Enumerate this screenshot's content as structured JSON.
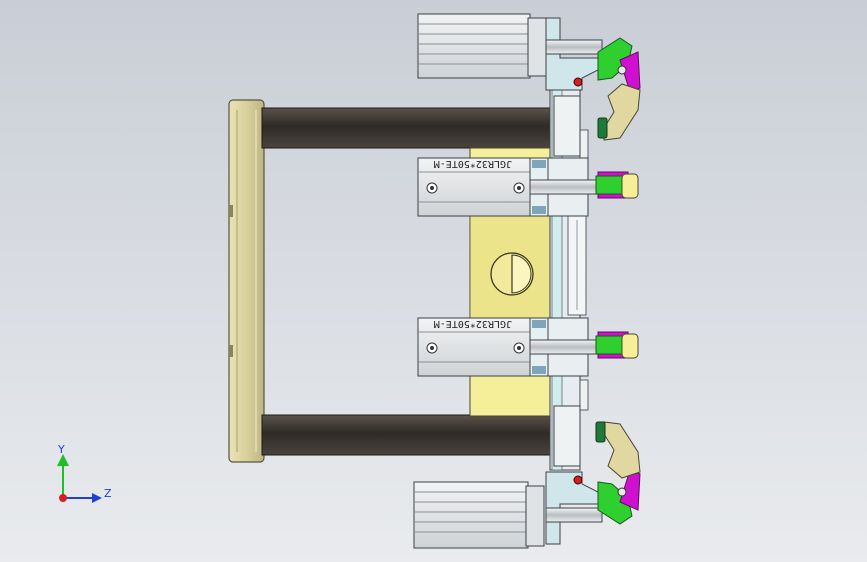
{
  "viewport": {
    "background_top": "#c9ced6",
    "background_bottom": "#e9ebee"
  },
  "cylinder_top": {
    "label": "JGLR32*50TE-M"
  },
  "cylinder_bottom": {
    "label": "JGLR32*50TE-M"
  },
  "triad": {
    "y_label": "Y",
    "z_label": "Z",
    "y_color": "#1fbf2a",
    "z_color": "#1f3fd6",
    "x_color": "#d42020"
  },
  "colors": {
    "frame": "#d8d19c",
    "rod": "#3d3832",
    "block": "#f5ef9a",
    "bracket": "#cfe6ea",
    "clamp_arm": "#2fcf2f",
    "clamp_pad": "#e0d8a0",
    "magenta": "#d010d0",
    "cylinder": "#e4e6e8"
  }
}
